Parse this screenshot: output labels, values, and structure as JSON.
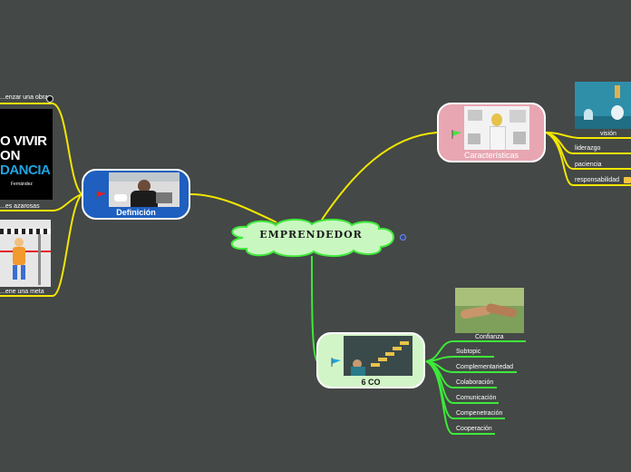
{
  "central": {
    "title": "EMPRENDEDOR"
  },
  "definicion": {
    "title": "Definición",
    "children": [
      "...enzar una obra",
      "...es azarosas",
      "...ene una meta"
    ],
    "book_lines": [
      "O VIVIR",
      "ON",
      "DANCIA"
    ],
    "book_author": "Fernández"
  },
  "caracteristicas": {
    "title": "Características",
    "children": [
      "visión",
      "liderazgo",
      "paciencia",
      "responsabilidad"
    ]
  },
  "seis_co": {
    "title": "6 CO",
    "children": [
      "Confianza",
      "Subtopic",
      "Complementariedad",
      "Colaboración",
      "Comunicación",
      "Compenetración",
      "Cooperación"
    ]
  },
  "colors": {
    "background": "#444846",
    "yellow_line": "#f2e600",
    "green_line": "#3ee83a",
    "central_fill": "#c9f7c0",
    "definicion_fill": "#1e5fbf",
    "caracteristicas_fill": "#e8a6b2",
    "seis_co_fill": "#d2f5c8"
  }
}
